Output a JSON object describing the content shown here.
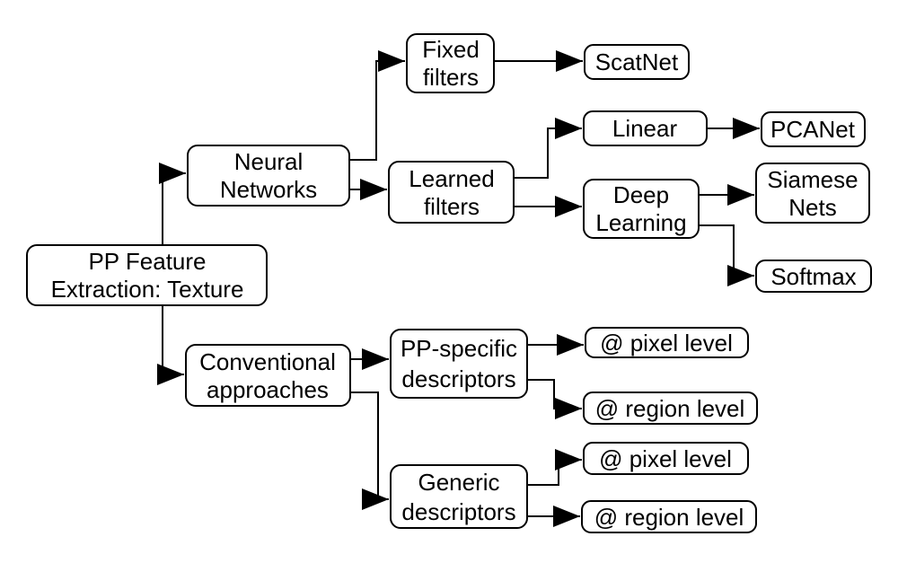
{
  "diagram": {
    "background": "#ffffff",
    "box_fill": "#ffffff",
    "box_stroke": "#000000",
    "text_color": "#000000",
    "nodes": {
      "root": {
        "label": "PP Feature Extraction: Texture",
        "line1": "PP Feature",
        "line2": "Extraction: Texture"
      },
      "neural": {
        "label": "Neural Networks",
        "line1": "Neural",
        "line2": "Networks"
      },
      "conventional": {
        "label": "Conventional approaches",
        "line1": "Conventional",
        "line2": "approaches"
      },
      "fixed": {
        "label": "Fixed filters",
        "line1": "Fixed",
        "line2": "filters"
      },
      "learned": {
        "label": "Learned filters",
        "line1": "Learned",
        "line2": "filters"
      },
      "scatnet": {
        "label": "ScatNet",
        "line1": "ScatNet"
      },
      "linear": {
        "label": "Linear",
        "line1": "Linear"
      },
      "pcanet": {
        "label": "PCANet",
        "line1": "PCANet"
      },
      "deep": {
        "label": "Deep Learning",
        "line1": "Deep",
        "line2": "Learning"
      },
      "siamese": {
        "label": "Siamese Nets",
        "line1": "Siamese",
        "line2": "Nets"
      },
      "softmax": {
        "label": "Softmax",
        "line1": "Softmax"
      },
      "pp_specific": {
        "label": "PP-specific descriptors",
        "line1": "PP-specific",
        "line2": "descriptors"
      },
      "pp_pixel": {
        "label": "@ pixel level",
        "line1": "@ pixel level"
      },
      "pp_region": {
        "label": "@ region level",
        "line1": "@ region level"
      },
      "generic": {
        "label": "Generic descriptors",
        "line1": "Generic",
        "line2": "descriptors"
      },
      "gen_pixel": {
        "label": "@ pixel level",
        "line1": "@ pixel level"
      },
      "gen_region": {
        "label": "@ region level",
        "line1": "@ region level"
      }
    },
    "edges": [
      {
        "from": "root",
        "to": "neural"
      },
      {
        "from": "root",
        "to": "conventional"
      },
      {
        "from": "neural",
        "to": "fixed"
      },
      {
        "from": "neural",
        "to": "learned"
      },
      {
        "from": "fixed",
        "to": "scatnet"
      },
      {
        "from": "learned",
        "to": "linear"
      },
      {
        "from": "learned",
        "to": "deep"
      },
      {
        "from": "linear",
        "to": "pcanet"
      },
      {
        "from": "deep",
        "to": "siamese"
      },
      {
        "from": "deep",
        "to": "softmax"
      },
      {
        "from": "conventional",
        "to": "pp_specific"
      },
      {
        "from": "conventional",
        "to": "generic"
      },
      {
        "from": "pp_specific",
        "to": "pp_pixel"
      },
      {
        "from": "pp_specific",
        "to": "pp_region"
      },
      {
        "from": "generic",
        "to": "gen_pixel"
      },
      {
        "from": "generic",
        "to": "gen_region"
      }
    ]
  }
}
